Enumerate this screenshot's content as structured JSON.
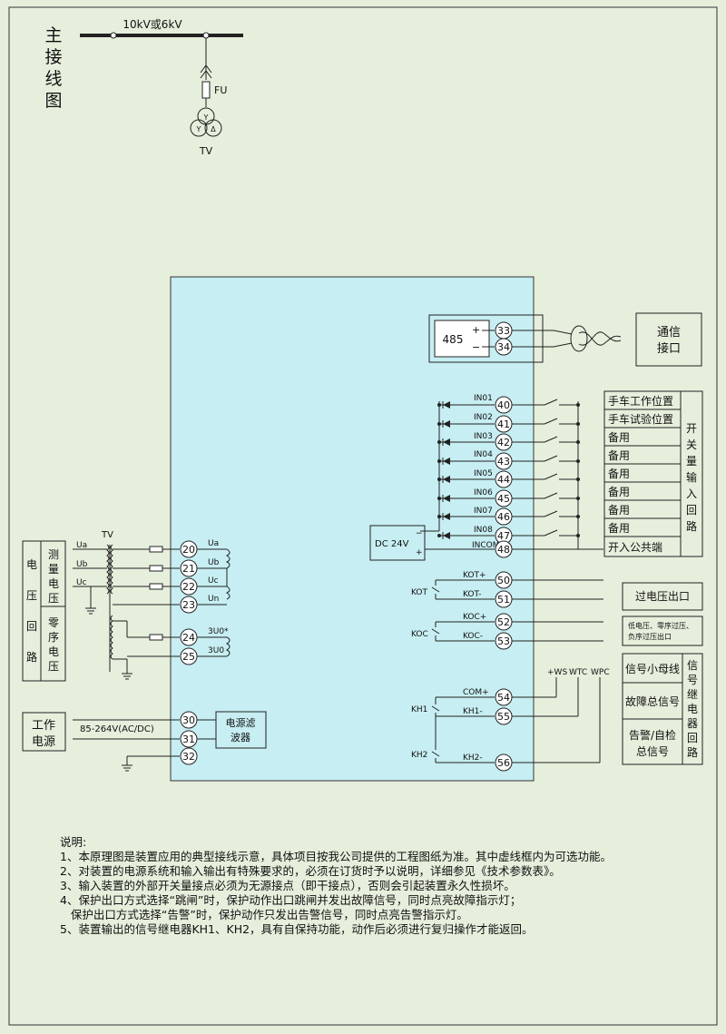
{
  "title_chars": [
    "主",
    "接",
    "线",
    "图"
  ],
  "bus_label": "10kV或6kV",
  "fuse_label": "FU",
  "tv_label": "TV",
  "tv_coil_y": "Y",
  "tv_coil_delta": "Δ",
  "device": {
    "fill_color": "#c7eef2",
    "comm_module": "485",
    "plus": "+",
    "minus": "−",
    "dc_supply": "DC 24V",
    "power_filter": [
      "电源滤",
      "波器"
    ]
  },
  "comm_box": [
    "通信",
    "接口"
  ],
  "terminals": {
    "t33": "33",
    "t34": "34",
    "t40": "40",
    "t41": "41",
    "t42": "42",
    "t43": "43",
    "t44": "44",
    "t45": "45",
    "t46": "46",
    "t47": "47",
    "t48": "48",
    "t50": "50",
    "t51": "51",
    "t52": "52",
    "t53": "53",
    "t54": "54",
    "t55": "55",
    "t56": "56",
    "t20": "20",
    "t21": "21",
    "t22": "22",
    "t23": "23",
    "t24": "24",
    "t25": "25",
    "t30": "30",
    "t31": "31",
    "t32": "32"
  },
  "inputs": [
    "IN01",
    "IN02",
    "IN03",
    "IN04",
    "IN05",
    "IN06",
    "IN07",
    "IN08"
  ],
  "incom": "INCOM",
  "input_table": [
    "手车工作位置",
    "手车试验位置",
    "备用",
    "备用",
    "备用",
    "备用",
    "备用",
    "备用",
    "开入公共端"
  ],
  "input_side": [
    "开",
    "关",
    "量",
    "输",
    "入",
    "回",
    "路"
  ],
  "outputs": {
    "kot_plus": "KOT+",
    "kot_minus": "KOT-",
    "kot": "KOT",
    "koc_plus": "KOC+",
    "koc_minus": "KOC-",
    "koc": "KOC",
    "com_plus": "COM+",
    "kh1_minus": "KH1-",
    "kh1": "KH1",
    "kh2_minus": "KH2-",
    "kh2": "KH2",
    "ws": "+WS",
    "wtc": "WTC",
    "wpc": "WPC"
  },
  "overvoltage_box": "过电压出口",
  "protect_note": [
    "低电压、零序过压、",
    "负序过压出口"
  ],
  "signal_table": [
    [
      "信号小母线"
    ],
    [
      "故障总信号"
    ],
    [
      "告警/自检",
      "总信号"
    ]
  ],
  "signal_side": [
    "信",
    "号",
    "继",
    "电",
    "器",
    "回",
    "路"
  ],
  "voltage": {
    "left_col": [
      "电",
      "压",
      "回",
      "路"
    ],
    "meas": [
      "测",
      "量",
      "电",
      "压"
    ],
    "zero": [
      "零",
      "序",
      "电",
      "压"
    ],
    "tv": "TV",
    "ua": "Ua",
    "ub": "Ub",
    "uc": "Uc",
    "t_ua": "Ua",
    "t_ub": "Ub",
    "t_uc": "Uc",
    "t_un": "Un",
    "u0a": "3U0*",
    "u0b": "3U0"
  },
  "power": {
    "box": [
      "工作",
      "电源"
    ],
    "range": "85-264V(AC/DC)"
  },
  "notes": [
    "说明:",
    "1、本原理图是装置应用的典型接线示意，具体项目按我公司提供的工程图纸为准。其中虚线框内为可选功能。",
    "2、对装置的电源系统和输入输出有特殊要求的，必须在订货时予以说明，详细参见《技术参数表》。",
    "3、输入装置的外部开关量接点必须为无源接点（即干接点），否则会引起装置永久性损坏。",
    "4、保护出口方式选择“跳闸”时，保护动作出口跳闸并发出故障信号，同时点亮故障指示灯；",
    "   保护出口方式选择“告警”时，保护动作只发出告警信号，同时点亮告警指示灯。",
    "5、装置输出的信号继电器KH1、KH2，具有自保持功能，动作后必须进行复归操作才能返回。"
  ]
}
